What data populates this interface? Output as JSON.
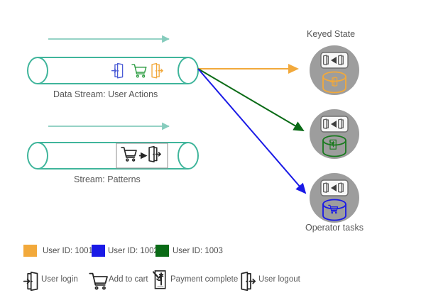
{
  "diagram": {
    "title_keyed_state": "Keyed State",
    "title_operator_tasks": "Operator tasks",
    "streams": [
      {
        "id": "user-actions",
        "label": "Data Stream: User Actions",
        "flow_arrow": true,
        "events": [
          {
            "icon": "user-login-icon",
            "color": "#4a5bd6"
          },
          {
            "icon": "add-to-cart-icon",
            "color": "#2f9e44"
          },
          {
            "icon": "user-logout-icon",
            "color": "#f2a93b"
          }
        ]
      },
      {
        "id": "patterns",
        "label": "Stream: Patterns",
        "flow_arrow": true,
        "pattern": {
          "from_icon": "add-to-cart-icon",
          "to_icon": "user-logout-icon"
        }
      }
    ],
    "routing_arrows": [
      {
        "user_id": "1001",
        "color": "#f2a93b",
        "target": "state-1001"
      },
      {
        "user_id": "1003",
        "color": "#0a6b16",
        "target": "state-1003"
      },
      {
        "user_id": "1002",
        "color": "#1a1ae6",
        "target": "state-1002"
      }
    ],
    "keyed_states": [
      {
        "id": "state-1001",
        "user_id": "1001",
        "color": "#f2a93b",
        "pattern_icon": "pattern-cart-to-logout-icon",
        "state_icon": "user-login-icon"
      },
      {
        "id": "state-1003",
        "user_id": "1003",
        "color": "#1a7a1f",
        "pattern_icon": "pattern-cart-to-logout-icon",
        "state_icon": "payment-complete-icon"
      },
      {
        "id": "state-1002",
        "user_id": "1002",
        "color": "#1a1ae6",
        "pattern_icon": "pattern-cart-to-logout-icon",
        "state_icon": "add-to-cart-icon"
      }
    ],
    "user_legend": [
      {
        "label": "User ID: 1001",
        "color": "#f2a93b"
      },
      {
        "label": "User ID: 1002",
        "color": "#1a1ae6"
      },
      {
        "label": "User ID: 1003",
        "color": "#0a6b16"
      }
    ],
    "icon_legend": [
      {
        "icon": "user-login-icon",
        "label": "User login"
      },
      {
        "icon": "add-to-cart-icon",
        "label": "Add to cart"
      },
      {
        "icon": "payment-complete-icon",
        "label": "Payment complete"
      },
      {
        "icon": "user-logout-icon",
        "label": "User logout"
      }
    ],
    "colors": {
      "pipe": "#3fb59b",
      "flow_arrow": "#86ccbd",
      "circle_fill": "#9d9d9d",
      "orange": "#f2a93b",
      "blue": "#1a1ae6",
      "green": "#0a6b16",
      "icon_black": "#262626",
      "text": "#575757"
    }
  }
}
